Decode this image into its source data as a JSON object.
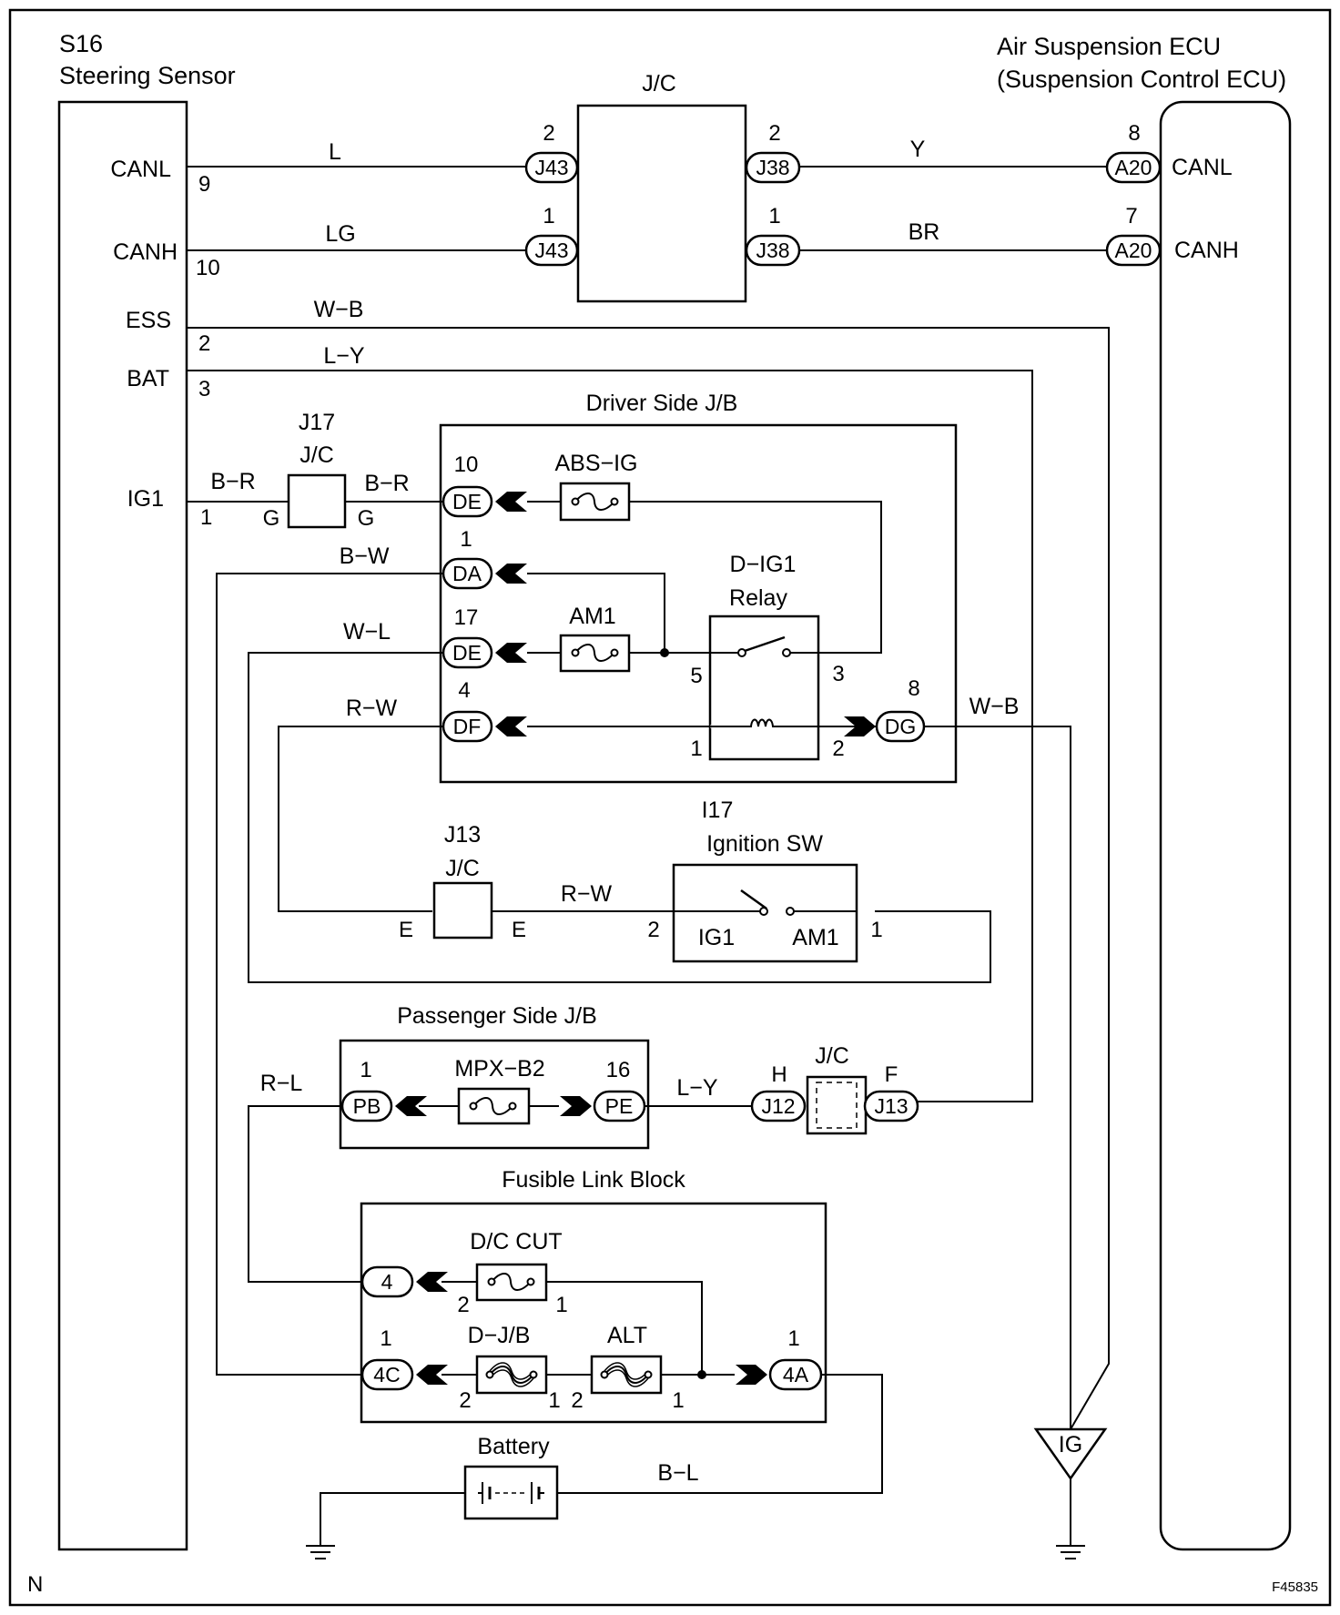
{
  "footer": {
    "left_mark": "N",
    "figure_id": "F45835"
  },
  "steering_sensor": {
    "code": "S16",
    "name": "Steering Sensor",
    "terminals": [
      {
        "name": "CANL",
        "pin": "9"
      },
      {
        "name": "CANH",
        "pin": "10"
      },
      {
        "name": "ESS",
        "pin": "2"
      },
      {
        "name": "BAT",
        "pin": "3"
      },
      {
        "name": "IG1",
        "pin": "1"
      }
    ]
  },
  "ecu": {
    "name_line1": "Air Suspension ECU",
    "name_line2": "(Suspension Control ECU)",
    "terminals": [
      {
        "name": "CANL",
        "pin": "8",
        "connector": "A20"
      },
      {
        "name": "CANH",
        "pin": "7",
        "connector": "A20"
      }
    ]
  },
  "jc_top": {
    "label": "J/C",
    "left_connectors": [
      {
        "id": "J43",
        "pin": "2"
      },
      {
        "id": "J43",
        "pin": "1"
      }
    ],
    "right_connectors": [
      {
        "id": "J38",
        "pin": "2"
      },
      {
        "id": "J38",
        "pin": "1"
      }
    ]
  },
  "wires": {
    "canl_left": "L",
    "canh_left": "LG",
    "canl_right": "Y",
    "canh_right": "BR",
    "ess": "W−B",
    "bat": "L−Y",
    "ig1_left": "B−R",
    "ig1_right": "B−R",
    "da": "B−W",
    "de17": "W−L",
    "df": "R−W",
    "dg": "W−B",
    "j13_right": "R−W",
    "pb": "R−L",
    "pe": "L−Y",
    "battery": "B−L"
  },
  "j17": {
    "code": "J17",
    "type": "J/C",
    "pin_left": "G",
    "pin_right": "G"
  },
  "driver_jb": {
    "title": "Driver Side J/B",
    "connectors": [
      {
        "id": "DE",
        "pin": "10"
      },
      {
        "id": "DA",
        "pin": "1"
      },
      {
        "id": "DE",
        "pin": "17"
      },
      {
        "id": "DF",
        "pin": "4"
      },
      {
        "id": "DG",
        "pin": "8"
      }
    ],
    "fuse_abs": "ABS−IG",
    "fuse_am1": "AM1",
    "relay_line1": "D−IG1",
    "relay_line2": "Relay",
    "relay_pins": [
      "5",
      "3",
      "1",
      "2"
    ]
  },
  "j13": {
    "code": "J13",
    "type": "J/C",
    "pin_left": "E",
    "pin_right": "E"
  },
  "ignition": {
    "code": "I17",
    "name": "Ignition SW",
    "contact_left": "IG1",
    "contact_right": "AM1",
    "pin_left": "2",
    "pin_right": "1"
  },
  "passenger_jb": {
    "title": "Passenger Side J/B",
    "fuse": "MPX−B2",
    "connectors": [
      {
        "id": "PB",
        "pin": "1"
      },
      {
        "id": "PE",
        "pin": "16"
      }
    ]
  },
  "jc_mid": {
    "label": "J/C",
    "left": {
      "id": "J12",
      "pin": "H"
    },
    "right": {
      "id": "J13",
      "pin": "F"
    }
  },
  "fusible": {
    "title": "Fusible Link Block",
    "dc_cut": "D/C CUT",
    "djb": "D−J/B",
    "alt": "ALT",
    "connectors": [
      {
        "id": "4",
        "pin": ""
      },
      {
        "id": "4C",
        "pin": "1"
      },
      {
        "id": "4A",
        "pin": "1"
      }
    ],
    "fuse_pins": {
      "dc_left": "2",
      "dc_right": "1",
      "djb_left": "2",
      "djb_right": "1",
      "alt_left": "2",
      "alt_right": "1"
    }
  },
  "battery": {
    "label": "Battery"
  },
  "ig_symbol": "IG"
}
